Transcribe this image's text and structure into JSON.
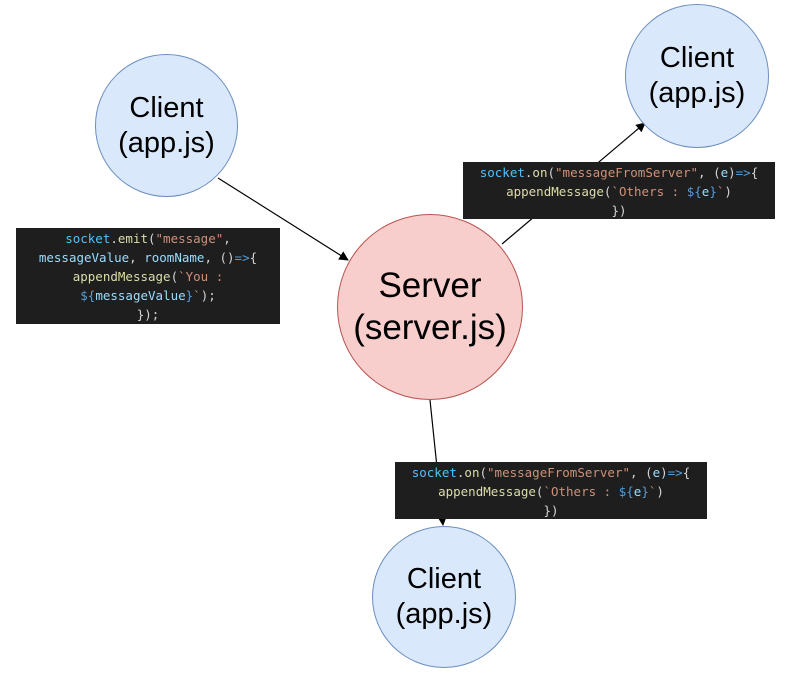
{
  "colors": {
    "client_fill": "#dae8fc",
    "client_stroke": "#6c8ebf",
    "server_fill": "#f8cecc",
    "server_stroke": "#b85450",
    "code_bg": "#1e1e1e",
    "edge": "#000000"
  },
  "nodes": {
    "client_top_left": "Client\n(app.js)",
    "client_top_right": "Client\n(app.js)",
    "client_bottom": "Client\n(app.js)",
    "server": "Server\n(server.js)"
  },
  "edges": [
    {
      "from": "client_top_left",
      "to": "server"
    },
    {
      "from": "server",
      "to": "client_top_right"
    },
    {
      "from": "server",
      "to": "client_bottom"
    }
  ],
  "code_snippets": {
    "emit": [
      [
        {
          "t": "socket",
          "c": "obj"
        },
        {
          "t": ".",
          "c": "pl"
        },
        {
          "t": "emit",
          "c": "fn"
        },
        {
          "t": "(",
          "c": "pl"
        },
        {
          "t": "\"message\"",
          "c": "str"
        },
        {
          "t": ",",
          "c": "pl"
        }
      ],
      [
        {
          "t": "messageValue",
          "c": "var"
        },
        {
          "t": ", ",
          "c": "pl"
        },
        {
          "t": "roomName",
          "c": "var"
        },
        {
          "t": ", ()",
          "c": "pl"
        },
        {
          "t": "=>",
          "c": "kw"
        },
        {
          "t": "{",
          "c": "pl"
        }
      ],
      [
        {
          "t": "appendMessage",
          "c": "fn"
        },
        {
          "t": "(",
          "c": "pl"
        },
        {
          "t": "`You :",
          "c": "str"
        }
      ],
      [
        {
          "t": "${",
          "c": "kw"
        },
        {
          "t": "messageValue",
          "c": "var"
        },
        {
          "t": "}",
          "c": "kw"
        },
        {
          "t": "`",
          "c": "str"
        },
        {
          "t": ");",
          "c": "pl"
        }
      ],
      [
        {
          "t": "});",
          "c": "pl"
        }
      ]
    ],
    "broadcast_right": [
      [
        {
          "t": "socket",
          "c": "obj"
        },
        {
          "t": ".",
          "c": "pl"
        },
        {
          "t": "on",
          "c": "fn"
        },
        {
          "t": "(",
          "c": "pl"
        },
        {
          "t": "\"messageFromServer\"",
          "c": "str"
        },
        {
          "t": ", (",
          "c": "pl"
        },
        {
          "t": "e",
          "c": "var"
        },
        {
          "t": ")",
          "c": "pl"
        },
        {
          "t": "=>",
          "c": "kw"
        },
        {
          "t": "{",
          "c": "pl"
        }
      ],
      [
        {
          "t": "appendMessage",
          "c": "fn"
        },
        {
          "t": "(",
          "c": "pl"
        },
        {
          "t": "`Others : ",
          "c": "str"
        },
        {
          "t": "${",
          "c": "kw"
        },
        {
          "t": "e",
          "c": "var"
        },
        {
          "t": "}",
          "c": "kw"
        },
        {
          "t": "`",
          "c": "str"
        },
        {
          "t": ")",
          "c": "pl"
        }
      ],
      [
        {
          "t": "})",
          "c": "pl"
        }
      ]
    ],
    "broadcast_bottom": [
      [
        {
          "t": "socket",
          "c": "obj"
        },
        {
          "t": ".",
          "c": "pl"
        },
        {
          "t": "on",
          "c": "fn"
        },
        {
          "t": "(",
          "c": "pl"
        },
        {
          "t": "\"messageFromServer\"",
          "c": "str"
        },
        {
          "t": ", (",
          "c": "pl"
        },
        {
          "t": "e",
          "c": "var"
        },
        {
          "t": ")",
          "c": "pl"
        },
        {
          "t": "=>",
          "c": "kw"
        },
        {
          "t": "{",
          "c": "pl"
        }
      ],
      [
        {
          "t": "appendMessage",
          "c": "fn"
        },
        {
          "t": "(",
          "c": "pl"
        },
        {
          "t": "`Others : ",
          "c": "str"
        },
        {
          "t": "${",
          "c": "kw"
        },
        {
          "t": "e",
          "c": "var"
        },
        {
          "t": "}",
          "c": "kw"
        },
        {
          "t": "`",
          "c": "str"
        },
        {
          "t": ")",
          "c": "pl"
        }
      ],
      [
        {
          "t": "})",
          "c": "pl"
        }
      ]
    ]
  }
}
